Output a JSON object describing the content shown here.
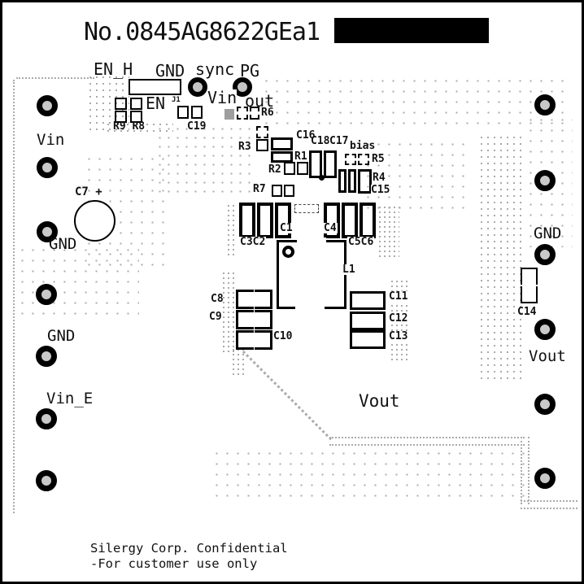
{
  "board": {
    "title": "No.0845AG8622GEa1",
    "confidential_line1": "Silergy Corp. Confidential",
    "confidential_line2": "-For customer use only",
    "colors": {
      "silkscreen": "#111111",
      "board_background": "#ffffff",
      "hole_plating_fill": "#c9c9c9",
      "smd_pad_gray": "#9e9e9e",
      "copper_stipple": "#ababab",
      "redaction_block": "#000000"
    }
  },
  "top_header": {
    "en_h": "EN_H",
    "gnd": "GND",
    "sync": "sync",
    "pg": "PG",
    "vin_pin": "Vin",
    "out_pin": "out",
    "en": "EN",
    "j1": "J1"
  },
  "left_side": {
    "vin": "Vin",
    "gnd_upper": "GND",
    "gnd_lower": "GND",
    "vin_e": "Vin_E"
  },
  "right_side": {
    "gnd": "GND",
    "vout": "Vout"
  },
  "center": {
    "vout": "Vout"
  },
  "refs": {
    "r9r8": "R9 R8",
    "c19": "C19",
    "r6": "R6",
    "r3": "R3",
    "c16": "C16",
    "c18": "C18",
    "c17": "C17",
    "bias": "bias",
    "r5": "R5",
    "r1": "R1",
    "r2": "R2",
    "r4": "R4",
    "c15": "C15",
    "r7": "R7",
    "c1": "C1",
    "c4": "C4",
    "c3c2": "C3C2",
    "c5c6": "C5C6",
    "l1": "L1",
    "c8": "C8",
    "c9": "C9",
    "c10": "C10",
    "c11": "C11",
    "c12": "C12",
    "c13": "C13",
    "c14": "C14",
    "c7": "C7 +"
  }
}
